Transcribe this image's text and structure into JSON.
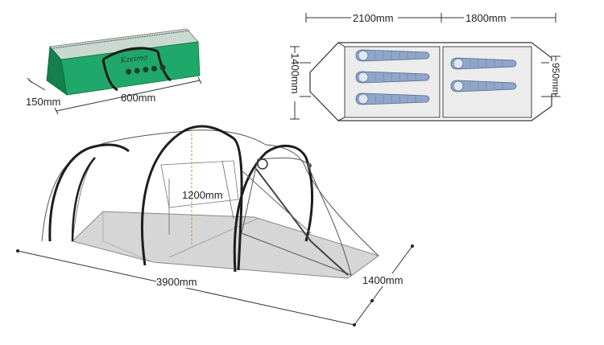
{
  "colors": {
    "bag_green": "#1fa86a",
    "bag_dark": "#13804d",
    "bag_top": "#b8cfc4",
    "pole_dark": "#222222",
    "floor_grey": "#d6d6d6",
    "sleeping_bag_blue": "#8fa6c8",
    "height_marker": "#e08a2a"
  },
  "bag": {
    "brand_text": "Kzeimo",
    "dim_height": "150mm",
    "dim_length": "600mm"
  },
  "floor_plan": {
    "dim_vestibule_length": "2100mm",
    "dim_inner_length": "1800mm",
    "dim_width": "1400mm",
    "dim_inner_width": "950mm",
    "left_sleepers": 3,
    "right_sleepers": 2
  },
  "tent": {
    "dim_height": "1200mm",
    "dim_length": "3900mm",
    "dim_width": "1400mm"
  }
}
